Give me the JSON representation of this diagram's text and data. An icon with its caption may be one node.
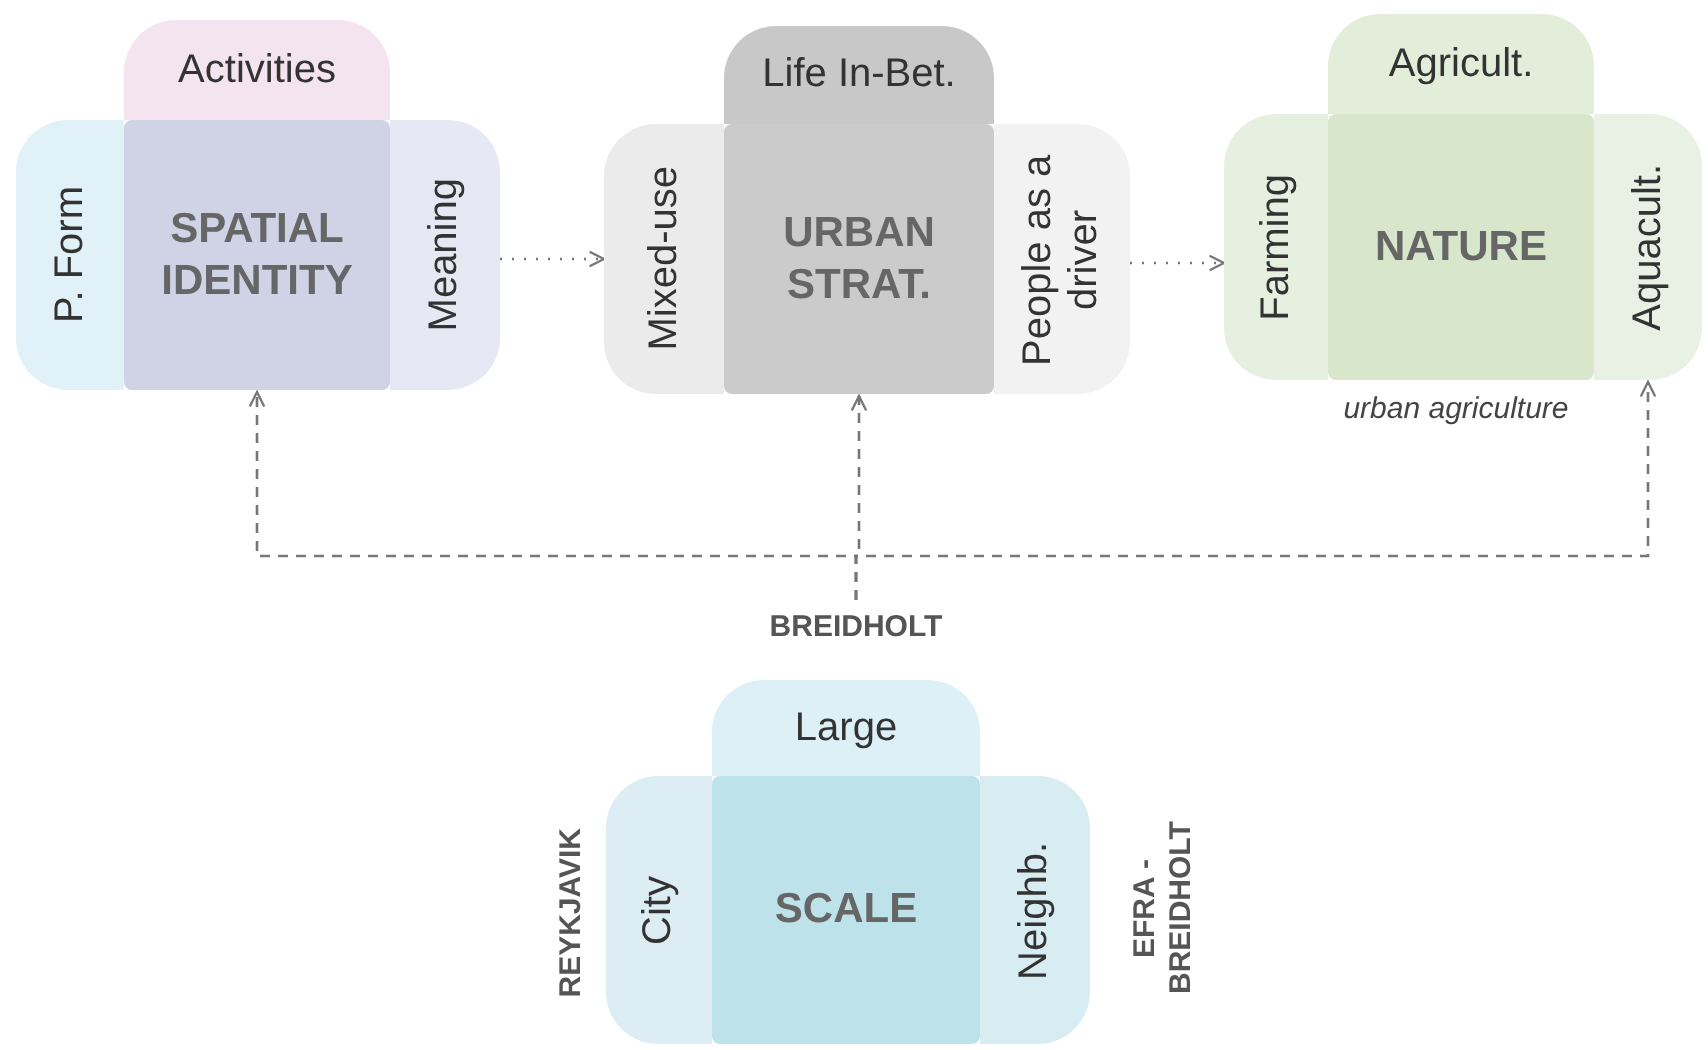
{
  "diagram": {
    "nodes": [
      {
        "text": [
          "Activities"
        ]
      },
      {
        "text": [
          "P. Form"
        ]
      },
      {
        "text": [
          "SPATIAL IDENTITY"
        ]
      },
      {
        "text": [
          "Meaning"
        ]
      },
      {
        "text": [
          "Life In-Bet."
        ]
      },
      {
        "text": [
          "Mixed-use"
        ]
      },
      {
        "text": [
          "URBAN STRAT."
        ]
      },
      {
        "text": [
          "People as a driver"
        ]
      },
      {
        "text": [
          "Agricult."
        ]
      },
      {
        "text": [
          "Farming"
        ]
      },
      {
        "text": [
          "NATURE"
        ]
      },
      {
        "text": [
          "Aquacult."
        ]
      },
      {
        "text": [
          "BREIDHOLT"
        ]
      },
      {
        "text": [
          "Large"
        ]
      },
      {
        "text": [
          "City"
        ]
      },
      {
        "text": [
          "SCALE"
        ]
      },
      {
        "text": [
          "Neighb."
        ]
      }
    ],
    "edges": [
      {
        "from": 3,
        "to": 5,
        "arrow": "to"
      },
      {
        "from": 7,
        "to": 9,
        "arrow": "to"
      },
      {
        "from": 12,
        "to": 2,
        "arrow": "to",
        "style": "dashed"
      },
      {
        "from": 12,
        "to": 6,
        "arrow": "to",
        "style": "dashed"
      },
      {
        "from": 12,
        "to": 11,
        "arrow": "to",
        "style": "dashed"
      }
    ],
    "labels": [
      "urban agriculture",
      "REYKJAVIK",
      "EFRA - BREIDHOLT"
    ]
  }
}
